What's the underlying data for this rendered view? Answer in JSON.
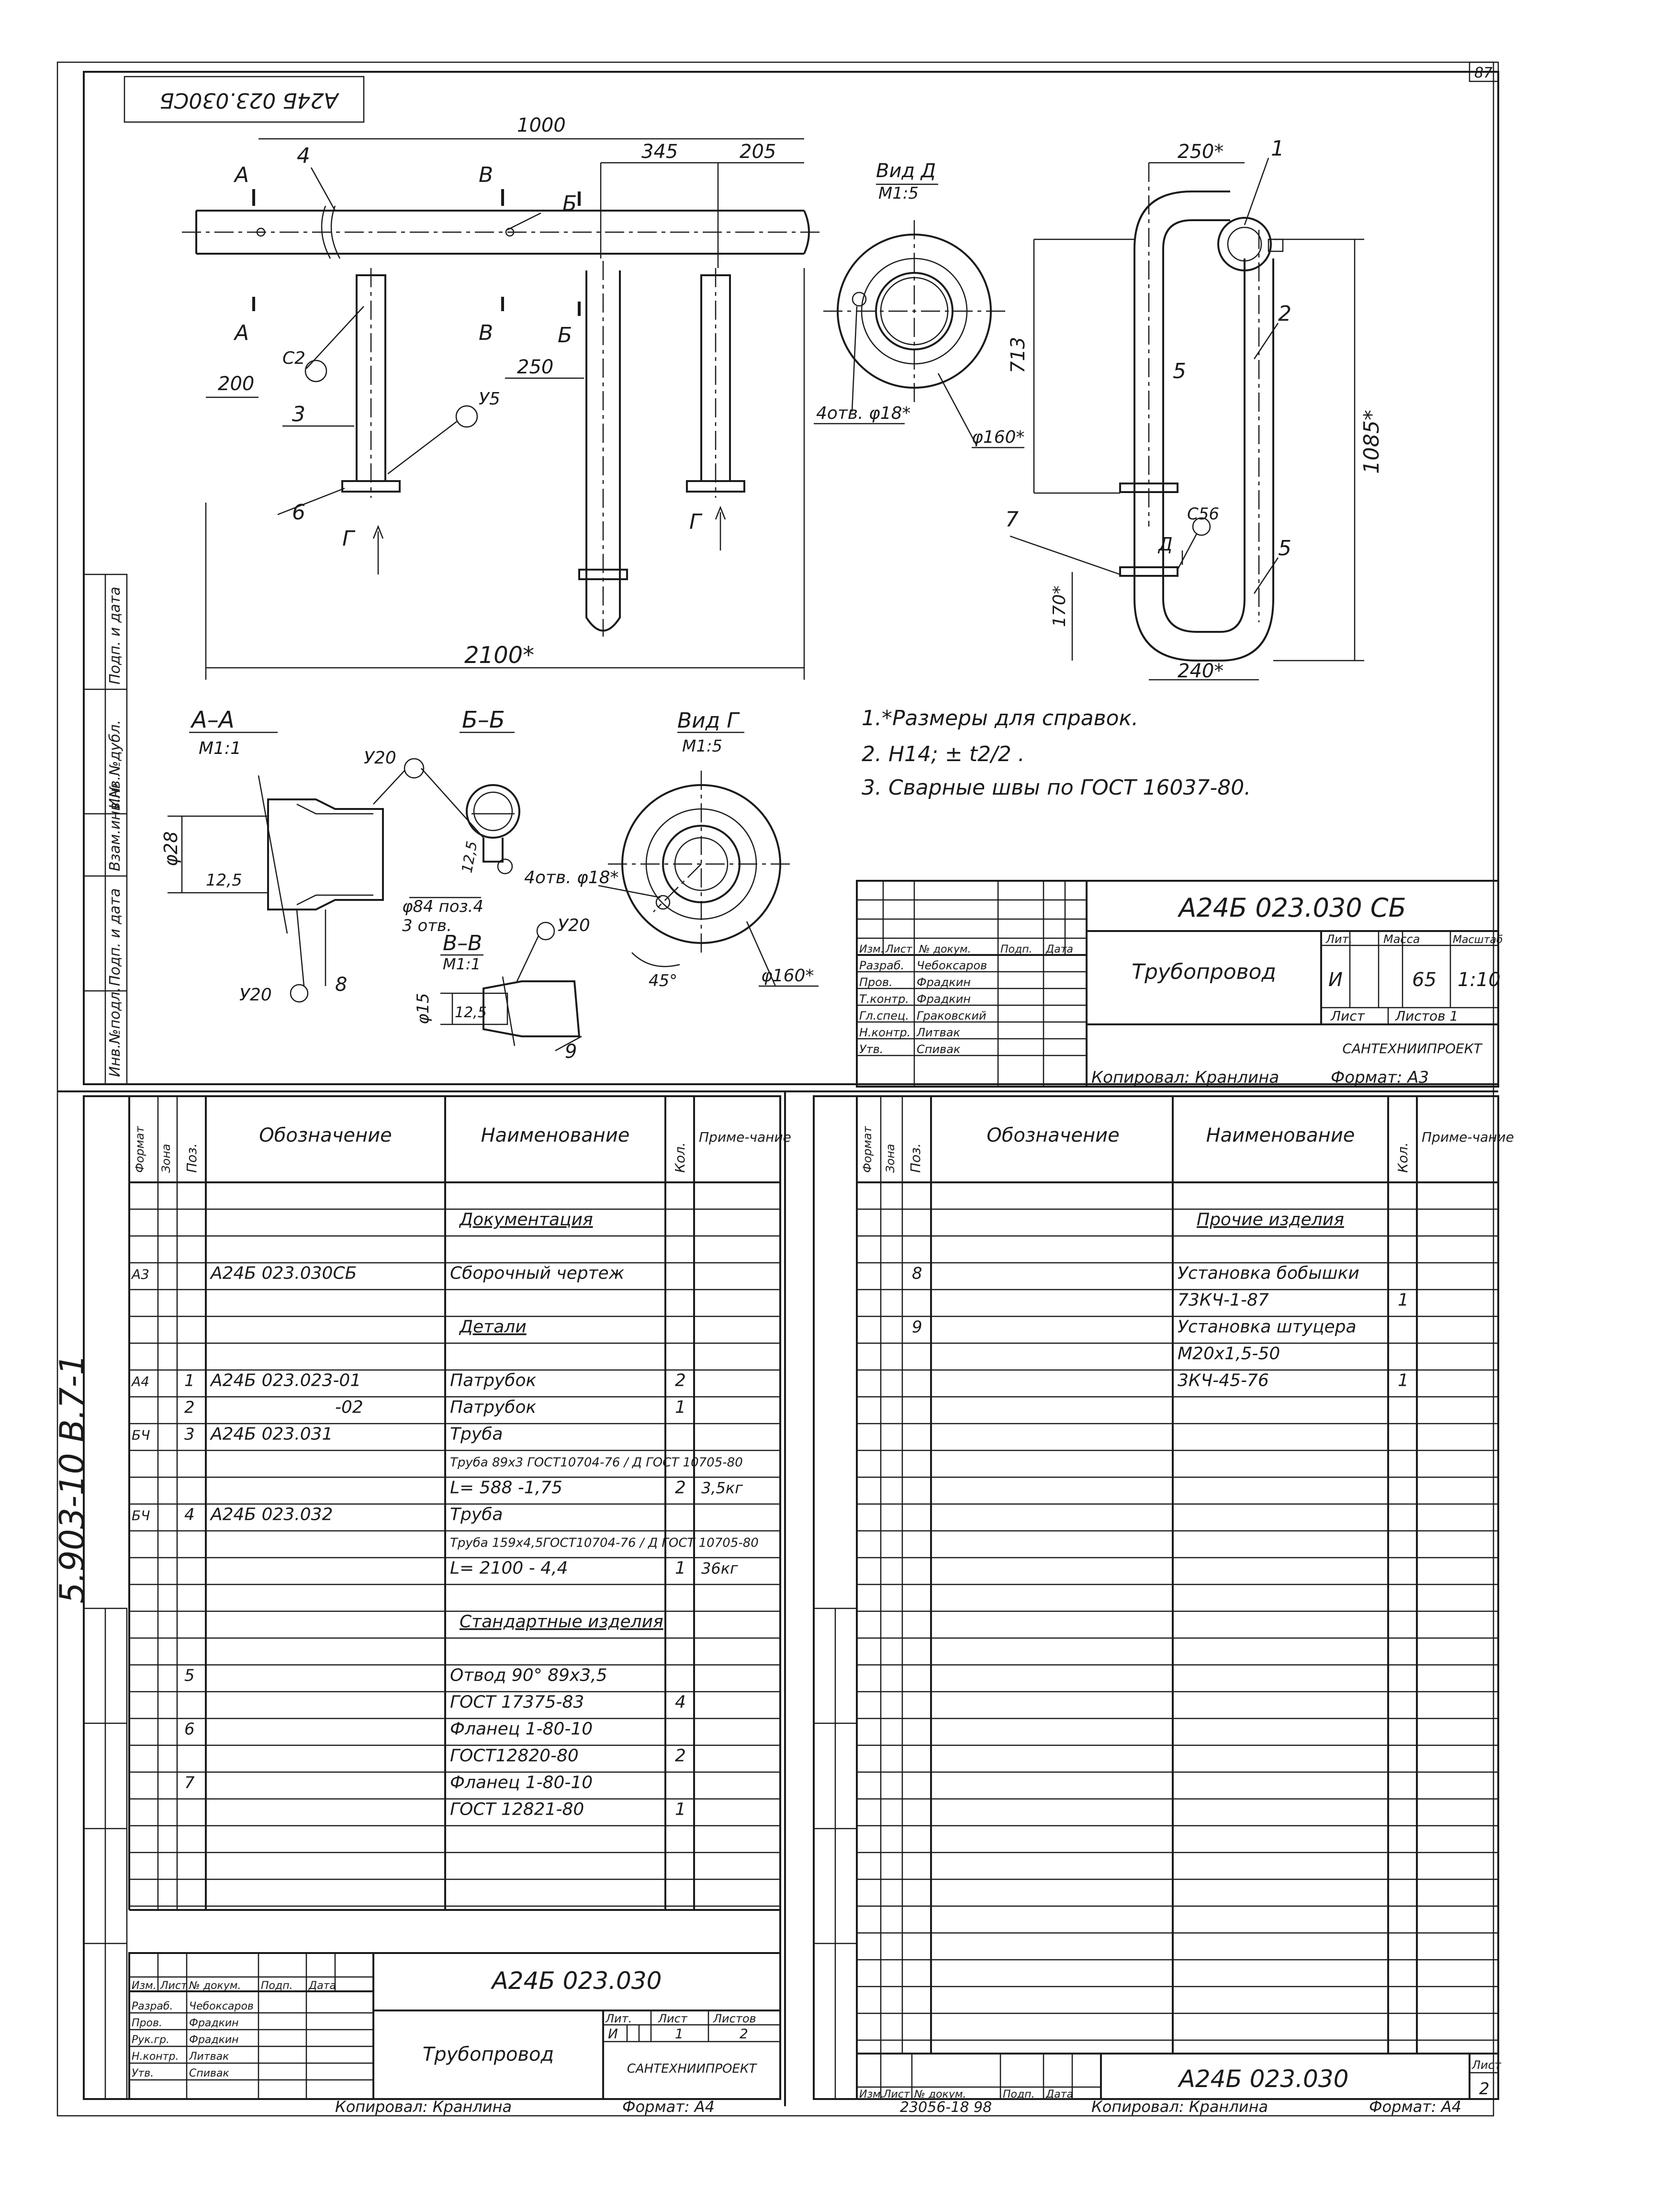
{
  "sheet_corner": "87",
  "top_stamp": "А24Б 023.030СБ",
  "side_code": "5.903-10 В.7-1",
  "side_labels": [
    "Инв.№подл.",
    "Подп. и дата",
    "Взам.инв.№",
    "Инв.№дубл.",
    "Подп. и дата"
  ],
  "dims_main": [
    "1000",
    "345",
    "205",
    "200",
    "250",
    "2100*",
    "713",
    "1085*",
    "250*",
    "170*",
    "240*"
  ],
  "callouts_main": [
    "А",
    "А",
    "В",
    "В",
    "Б",
    "Б",
    "Г",
    "Г",
    "С2",
    "У5",
    "С56",
    "Д",
    "1",
    "2",
    "3",
    "4",
    "5",
    "5",
    "6",
    "7"
  ],
  "view_d": {
    "title": "Вид Д",
    "scale": "М1:5",
    "holes": "4отв. φ18*",
    "dia": "φ160*"
  },
  "section_aa": {
    "title": "А–А",
    "scale": "М1:1",
    "dims": [
      "φ28",
      "12,5",
      "У20",
      "У20",
      "8"
    ]
  },
  "section_bb": {
    "title": "Б–Б",
    "labels": [
      "У20",
      "12,5",
      "φ84 поз.4",
      "3 отв."
    ]
  },
  "section_vv": {
    "title": "В–В",
    "scale": "М1:1",
    "labels": [
      "У20",
      "φ15",
      "12,5",
      "9"
    ]
  },
  "view_g": {
    "title": "Вид Г",
    "scale": "М1:5",
    "holes": "4отв. φ18*",
    "angle": "45°",
    "dia": "φ160*"
  },
  "notes": [
    "1.*Размеры для справок.",
    "2. Н14; ± t2/2 .",
    "3. Сварные швы по ГОСТ 16037-80."
  ],
  "title_block_top": {
    "code": "А24Б 023.030 СБ",
    "name": "Трубопровод",
    "lit_header": "Лит.",
    "mass_header": "Масса",
    "scale_header": "Масштаб",
    "lit": "И",
    "mass": "65",
    "scale": "1:10",
    "sheet": "Лист",
    "sheets": "Листов 1",
    "org": "САНТЕХНИИПРОЕКТ",
    "rows": [
      {
        "role": "Изм.",
        "name": "Лист"
      },
      {
        "role": "Разраб.",
        "name": "Чебоксаров"
      },
      {
        "role": "Пров.",
        "name": "Фрадкин"
      },
      {
        "role": "Т.контр.",
        "name": "Фрадкин"
      },
      {
        "role": "Гл.спец.",
        "name": "Граковский"
      },
      {
        "role": "Н.контр.",
        "name": "Литвак"
      },
      {
        "role": "Утв.",
        "name": "Спивак"
      }
    ],
    "header_cells": [
      "Изм.",
      "Лист",
      "№ докум.",
      "Подп.",
      "Дата"
    ],
    "copied": "Копировал: Кранлина",
    "format": "Формат: А3"
  },
  "spec_headers": [
    "Формат",
    "Зона",
    "Поз.",
    "Обозначение",
    "Наименование",
    "Кол.",
    "Приме-чание"
  ],
  "spec_left": [
    {
      "fmt": "",
      "pos": "",
      "code": "",
      "name": "Документация",
      "qty": "",
      "note": "",
      "section": true
    },
    {
      "fmt": "",
      "pos": "",
      "code": "",
      "name": "",
      "qty": "",
      "note": ""
    },
    {
      "fmt": "А3",
      "pos": "",
      "code": "А24Б 023.030СБ",
      "name": "Сборочный чертеж",
      "qty": "",
      "note": ""
    },
    {
      "fmt": "",
      "pos": "",
      "code": "",
      "name": "",
      "qty": "",
      "note": ""
    },
    {
      "fmt": "",
      "pos": "",
      "code": "",
      "name": "Детали",
      "qty": "",
      "note": "",
      "section": true
    },
    {
      "fmt": "",
      "pos": "",
      "code": "",
      "name": "",
      "qty": "",
      "note": ""
    },
    {
      "fmt": "А4",
      "pos": "1",
      "code": "А24Б 023.023-01",
      "name": "Патрубок",
      "qty": "2",
      "note": ""
    },
    {
      "fmt": "",
      "pos": "2",
      "code": "-02",
      "name": "Патрубок",
      "qty": "1",
      "note": ""
    },
    {
      "fmt": "БЧ",
      "pos": "3",
      "code": "А24Б 023.031",
      "name": "Труба",
      "qty": "",
      "note": ""
    },
    {
      "fmt": "",
      "pos": "",
      "code": "",
      "name": "Труба 89х3 ГОСТ10704-76 / Д ГОСТ 10705-80",
      "qty": "",
      "note": ""
    },
    {
      "fmt": "",
      "pos": "",
      "code": "",
      "name": "L= 588 -1,75",
      "qty": "2",
      "note": "3,5кг"
    },
    {
      "fmt": "БЧ",
      "pos": "4",
      "code": "А24Б 023.032",
      "name": "Труба",
      "qty": "",
      "note": ""
    },
    {
      "fmt": "",
      "pos": "",
      "code": "",
      "name": "Труба 159х4,5ГОСТ10704-76 / Д ГОСТ 10705-80",
      "qty": "",
      "note": ""
    },
    {
      "fmt": "",
      "pos": "",
      "code": "",
      "name": "L= 2100 - 4,4",
      "qty": "1",
      "note": "36кг"
    },
    {
      "fmt": "",
      "pos": "",
      "code": "",
      "name": "",
      "qty": "",
      "note": ""
    },
    {
      "fmt": "",
      "pos": "",
      "code": "",
      "name": "Стандартные изделия",
      "qty": "",
      "note": "",
      "section": true
    },
    {
      "fmt": "",
      "pos": "",
      "code": "",
      "name": "",
      "qty": "",
      "note": ""
    },
    {
      "fmt": "",
      "pos": "5",
      "code": "",
      "name": "Отвод 90° 89х3,5",
      "qty": "",
      "note": ""
    },
    {
      "fmt": "",
      "pos": "",
      "code": "",
      "name": "ГОСТ 17375-83",
      "qty": "4",
      "note": ""
    },
    {
      "fmt": "",
      "pos": "6",
      "code": "",
      "name": "Фланец 1-80-10",
      "qty": "",
      "note": ""
    },
    {
      "fmt": "",
      "pos": "",
      "code": "",
      "name": "ГОСТ12820-80",
      "qty": "2",
      "note": ""
    },
    {
      "fmt": "",
      "pos": "7",
      "code": "",
      "name": "Фланец 1-80-10",
      "qty": "",
      "note": ""
    },
    {
      "fmt": "",
      "pos": "",
      "code": "",
      "name": "ГОСТ 12821-80",
      "qty": "1",
      "note": ""
    }
  ],
  "spec_right": [
    {
      "pos": "",
      "name": "Прочие изделия",
      "qty": "",
      "section": true
    },
    {
      "pos": "",
      "name": "",
      "qty": ""
    },
    {
      "pos": "8",
      "name": "Установка бобышки",
      "qty": ""
    },
    {
      "pos": "",
      "name": "73КЧ-1-87",
      "qty": "1"
    },
    {
      "pos": "9",
      "name": "Установка штуцера",
      "qty": ""
    },
    {
      "pos": "",
      "name": "М20х1,5-50",
      "qty": ""
    },
    {
      "pos": "",
      "name": "3КЧ-45-76",
      "qty": "1"
    }
  ],
  "title_block_left": {
    "code": "А24Б 023.030",
    "name": "Трубопровод",
    "lit": "И",
    "list": "1",
    "lists": "2",
    "lit_header": "Лит.",
    "list_header": "Лист",
    "lists_header": "Листов",
    "org": "САНТЕХНИИПРОЕКТ",
    "header_cells": [
      "Изм.",
      "Лист",
      "№ докум.",
      "Подп.",
      "Дата"
    ],
    "rows": [
      {
        "role": "Разраб.",
        "name": "Чебоксаров"
      },
      {
        "role": "Пров.",
        "name": "Фрадкин"
      },
      {
        "role": "Рук.гр.",
        "name": "Фрадкин"
      },
      {
        "role": "Н.контр.",
        "name": "Литвак"
      },
      {
        "role": "Утв.",
        "name": "Спивак"
      }
    ],
    "copied": "Копировал: Кранлина",
    "format": "Формат: А4"
  },
  "title_block_right": {
    "code": "А24Б 023.030",
    "list_header": "Лист",
    "list": "2",
    "header_cells": [
      "Изм.",
      "Лист",
      "№ докум.",
      "Подп.",
      "Дата"
    ],
    "bottom": "23056-18   98",
    "copied": "Копировал: Кранлина",
    "format": "Формат: А4"
  }
}
